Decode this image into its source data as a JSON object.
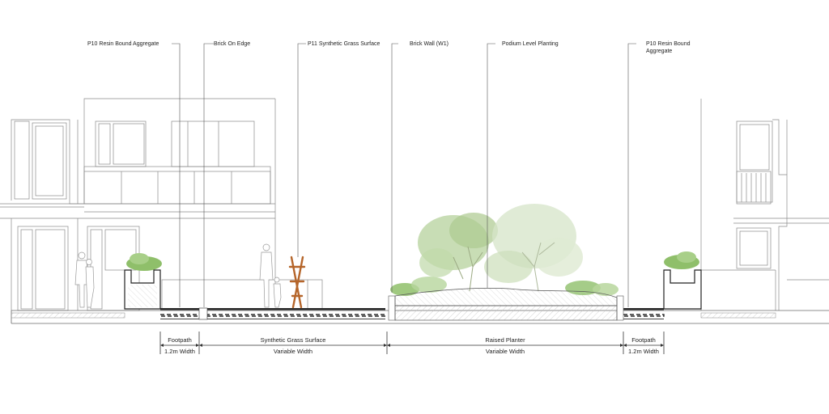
{
  "annotations": [
    {
      "id": "p10-left",
      "lines": [
        "P10 Resin Bound Aggregate"
      ]
    },
    {
      "id": "brick-on-edge",
      "lines": [
        "Brick On Edge"
      ]
    },
    {
      "id": "p11",
      "lines": [
        "P11 Synthetic Grass Surface"
      ]
    },
    {
      "id": "brick-wall",
      "lines": [
        "Brick Wall (W1)"
      ]
    },
    {
      "id": "podium-planting",
      "lines": [
        "Podium Level Planting"
      ]
    },
    {
      "id": "p10-right",
      "lines": [
        "P10 Resin Bound",
        "Aggregate"
      ]
    }
  ],
  "dimensions": [
    {
      "id": "footpath-left",
      "name": "Footpath",
      "width": "1.2m Width"
    },
    {
      "id": "grass",
      "name": "Synthetic Grass Surface",
      "width": "Variable Width"
    },
    {
      "id": "planter",
      "name": "Raised Planter",
      "width": "Variable Width"
    },
    {
      "id": "footpath-right",
      "name": "Footpath",
      "width": "1.2m Width"
    }
  ],
  "colors": {
    "line": "#8a8a8a",
    "foliage": "#8fbf6a",
    "foliage_light": "#c9dfb4",
    "sculpture": "#b5652a",
    "planter_hatch": "#b0b0b0",
    "paving": "#2b2b2b"
  },
  "icons": [
    "person-figure",
    "tree-canopy",
    "timber-sculpture",
    "planter-box"
  ]
}
